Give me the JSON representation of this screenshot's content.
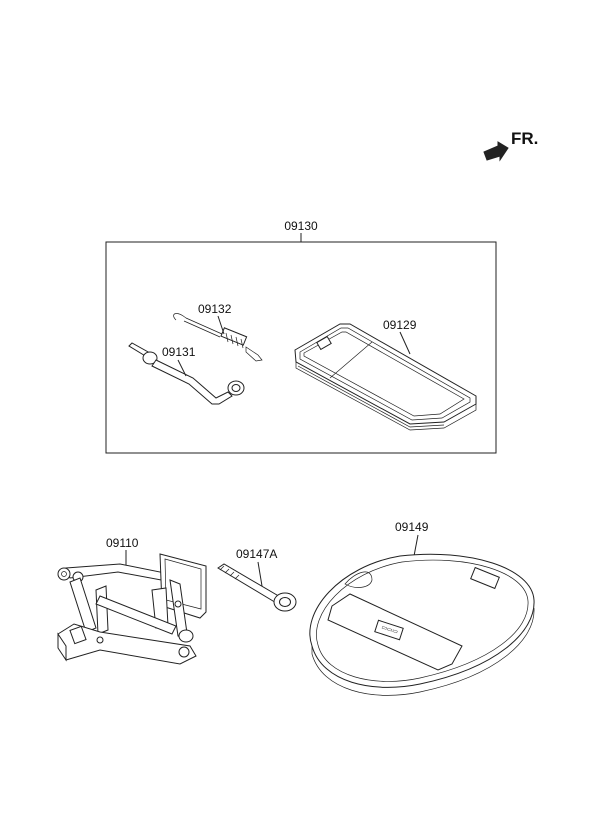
{
  "direction": {
    "label": "FR.",
    "icon": "front-direction-arrow-icon"
  },
  "groups": [
    {
      "id": "09130",
      "label": "09130"
    }
  ],
  "parts": [
    {
      "id": "09132",
      "label": "09132"
    },
    {
      "id": "09131",
      "label": "09131"
    },
    {
      "id": "09129",
      "label": "09129"
    },
    {
      "id": "09110",
      "label": "09110"
    },
    {
      "id": "09147A",
      "label": "09147A"
    },
    {
      "id": "09149",
      "label": "09149"
    }
  ],
  "colors": {
    "line": "#222222",
    "background": "#ffffff"
  }
}
